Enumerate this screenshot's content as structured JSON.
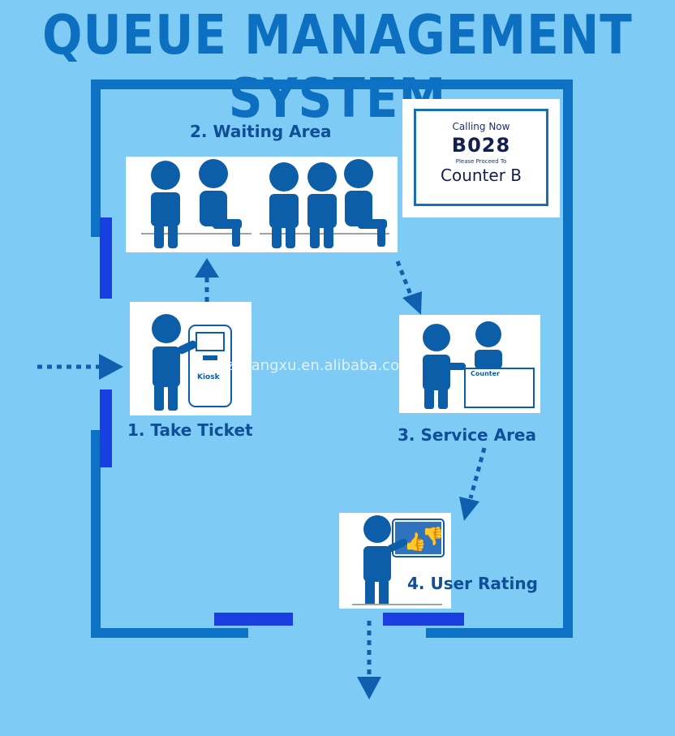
{
  "title": "QUEUE MANAGEMENT SYSTEM",
  "steps": {
    "take_ticket": "1. Take Ticket",
    "waiting_area": "2. Waiting Area",
    "service_area": "3. Service Area",
    "user_rating": "4. User Rating"
  },
  "sign": {
    "calling": "Calling Now",
    "number": "B028",
    "proceed": "Please Proceed To",
    "counter": "Counter B"
  },
  "kiosk_label": "Kiosk",
  "counter_label": "Counter",
  "watermark": "gzshangxu.en.alibaba.com",
  "colors": {
    "background": "#7ecbf5",
    "wall": "#0d72c4",
    "door": "#1a3fe0",
    "figure": "#0d5ea8",
    "arrow": "#0f5fae",
    "label": "#0e4f96"
  }
}
